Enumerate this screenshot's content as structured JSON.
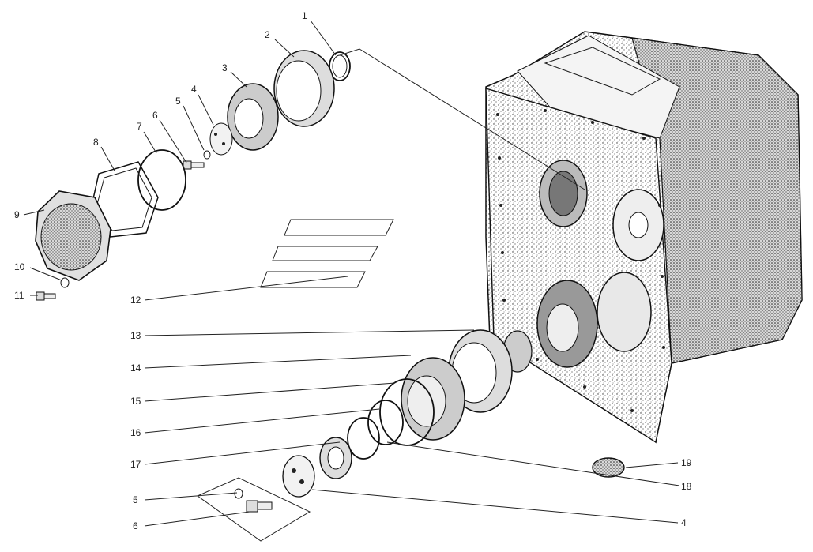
{
  "callouts": [
    {
      "id": "c1",
      "text": "1"
    },
    {
      "id": "c2",
      "text": "2"
    },
    {
      "id": "c3",
      "text": "3"
    },
    {
      "id": "c4a",
      "text": "4"
    },
    {
      "id": "c5a",
      "text": "5"
    },
    {
      "id": "c6a",
      "text": "6"
    },
    {
      "id": "c7",
      "text": "7"
    },
    {
      "id": "c8",
      "text": "8"
    },
    {
      "id": "c9",
      "text": "9"
    },
    {
      "id": "c10",
      "text": "10"
    },
    {
      "id": "c11",
      "text": "11"
    },
    {
      "id": "c12",
      "text": "12"
    },
    {
      "id": "c13",
      "text": "13"
    },
    {
      "id": "c14",
      "text": "14"
    },
    {
      "id": "c15",
      "text": "15"
    },
    {
      "id": "c16",
      "text": "16"
    },
    {
      "id": "c17",
      "text": "17"
    },
    {
      "id": "c18",
      "text": "18"
    },
    {
      "id": "c19",
      "text": "19"
    },
    {
      "id": "c5b",
      "text": "5"
    },
    {
      "id": "c6b",
      "text": "6"
    },
    {
      "id": "c4b",
      "text": "4"
    }
  ]
}
